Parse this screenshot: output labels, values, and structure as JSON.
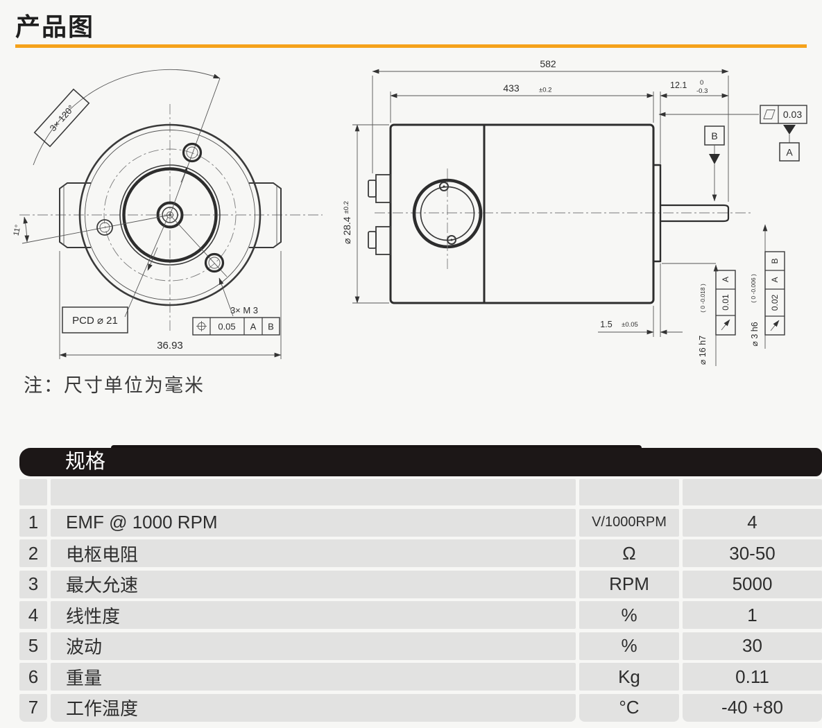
{
  "header": {
    "title": "产品图"
  },
  "note": {
    "text": "注：尺寸单位为毫米"
  },
  "drawing": {
    "front_view": {
      "pattern_angle": "3× 120°",
      "offset_angle": "11°",
      "pcd_label": "PCD ⌀ 21",
      "thread_label": "3× M 3",
      "position_frame": {
        "symbol": "position-tolerance",
        "value": "0.05",
        "datum1": "A",
        "datum2": "B"
      },
      "overall_width": "36.93"
    },
    "side_view": {
      "total_length": "582",
      "body_length": "433",
      "body_length_tol": "±0.2",
      "shaft_length": "12.1",
      "shaft_length_tol_upper": "0",
      "shaft_length_tol_lower": "-0.3",
      "body_dia": "⌀ 28.4",
      "body_dia_tol": "±0.2",
      "boss_length": "1.5",
      "boss_length_tol": "±0.05",
      "flatness_frame": {
        "symbol": "flatness",
        "value": "0.03"
      },
      "datum_a": "A",
      "datum_b": "B",
      "boss_callout": {
        "dia": "⌀ 16 h7",
        "tol": "( 0  -0.018 )",
        "frame": {
          "symbol": "runout",
          "value": "0.01",
          "datum1": "A"
        }
      },
      "shaft_callout": {
        "dia": "⌀ 3 h6",
        "tol": "( 0  -0.006 )",
        "frame": {
          "symbol": "runout",
          "value": "0.02",
          "datum1": "A",
          "datum2": "B"
        }
      }
    }
  },
  "spec_table": {
    "title": "规格",
    "rows": [
      {
        "no": "1",
        "name": "EMF @ 1000 RPM",
        "unit": "V/1000RPM",
        "value": "4"
      },
      {
        "no": "2",
        "name": "电枢电阻",
        "unit": "Ω",
        "value": "30-50"
      },
      {
        "no": "3",
        "name": "最大允速",
        "unit": "RPM",
        "value": "5000"
      },
      {
        "no": "4",
        "name": "线性度",
        "unit": "%",
        "value": "1"
      },
      {
        "no": "5",
        "name": "波动",
        "unit": "%",
        "value": "30"
      },
      {
        "no": "6",
        "name": "重量",
        "unit": "Kg",
        "value": "0.11"
      },
      {
        "no": "7",
        "name": "工作温度",
        "unit": "°C",
        "value": "-40 +80"
      }
    ]
  },
  "colors": {
    "accent": "#F5A21B",
    "table_header_bg": "#1C1717",
    "table_cell_bg": "#E2E2E1"
  }
}
